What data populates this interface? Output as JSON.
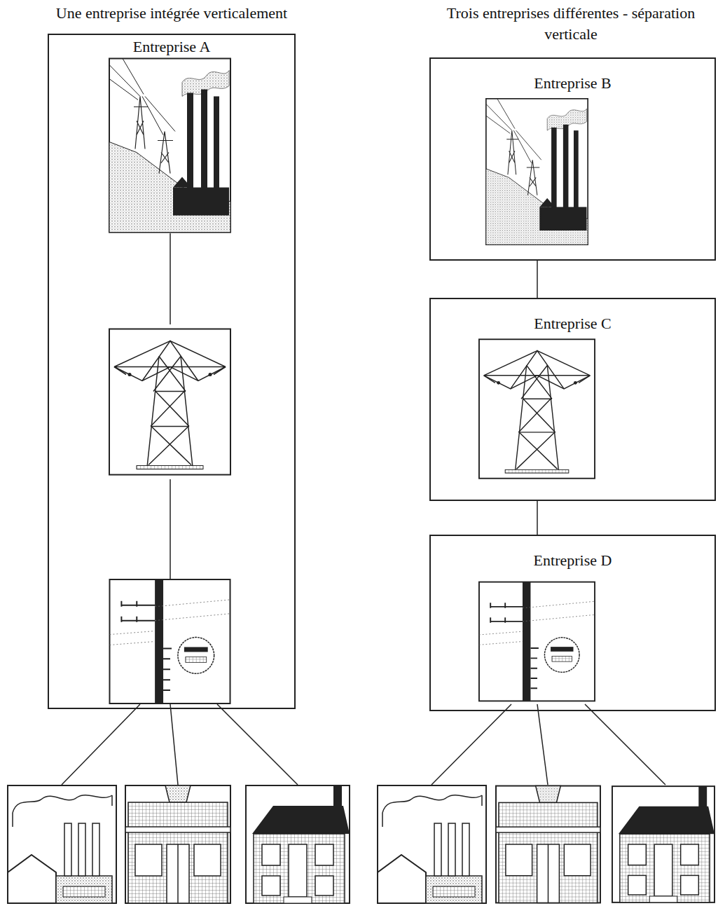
{
  "diagram": {
    "nodes": [
      {
        "text": [
          "Entreprise A"
        ]
      },
      {
        "text": [
          "Entreprise B"
        ]
      },
      {
        "text": [
          "Entreprise C"
        ]
      },
      {
        "text": [
          "Entreprise D"
        ]
      }
    ],
    "edges": [
      {
        "from": 1,
        "to": 2,
        "arrow": "none"
      },
      {
        "from": 2,
        "to": 3,
        "arrow": "none"
      }
    ],
    "labels": [
      "Une entreprise intégrée verticalement",
      "Trois entreprises différentes - séparation verticale"
    ]
  }
}
